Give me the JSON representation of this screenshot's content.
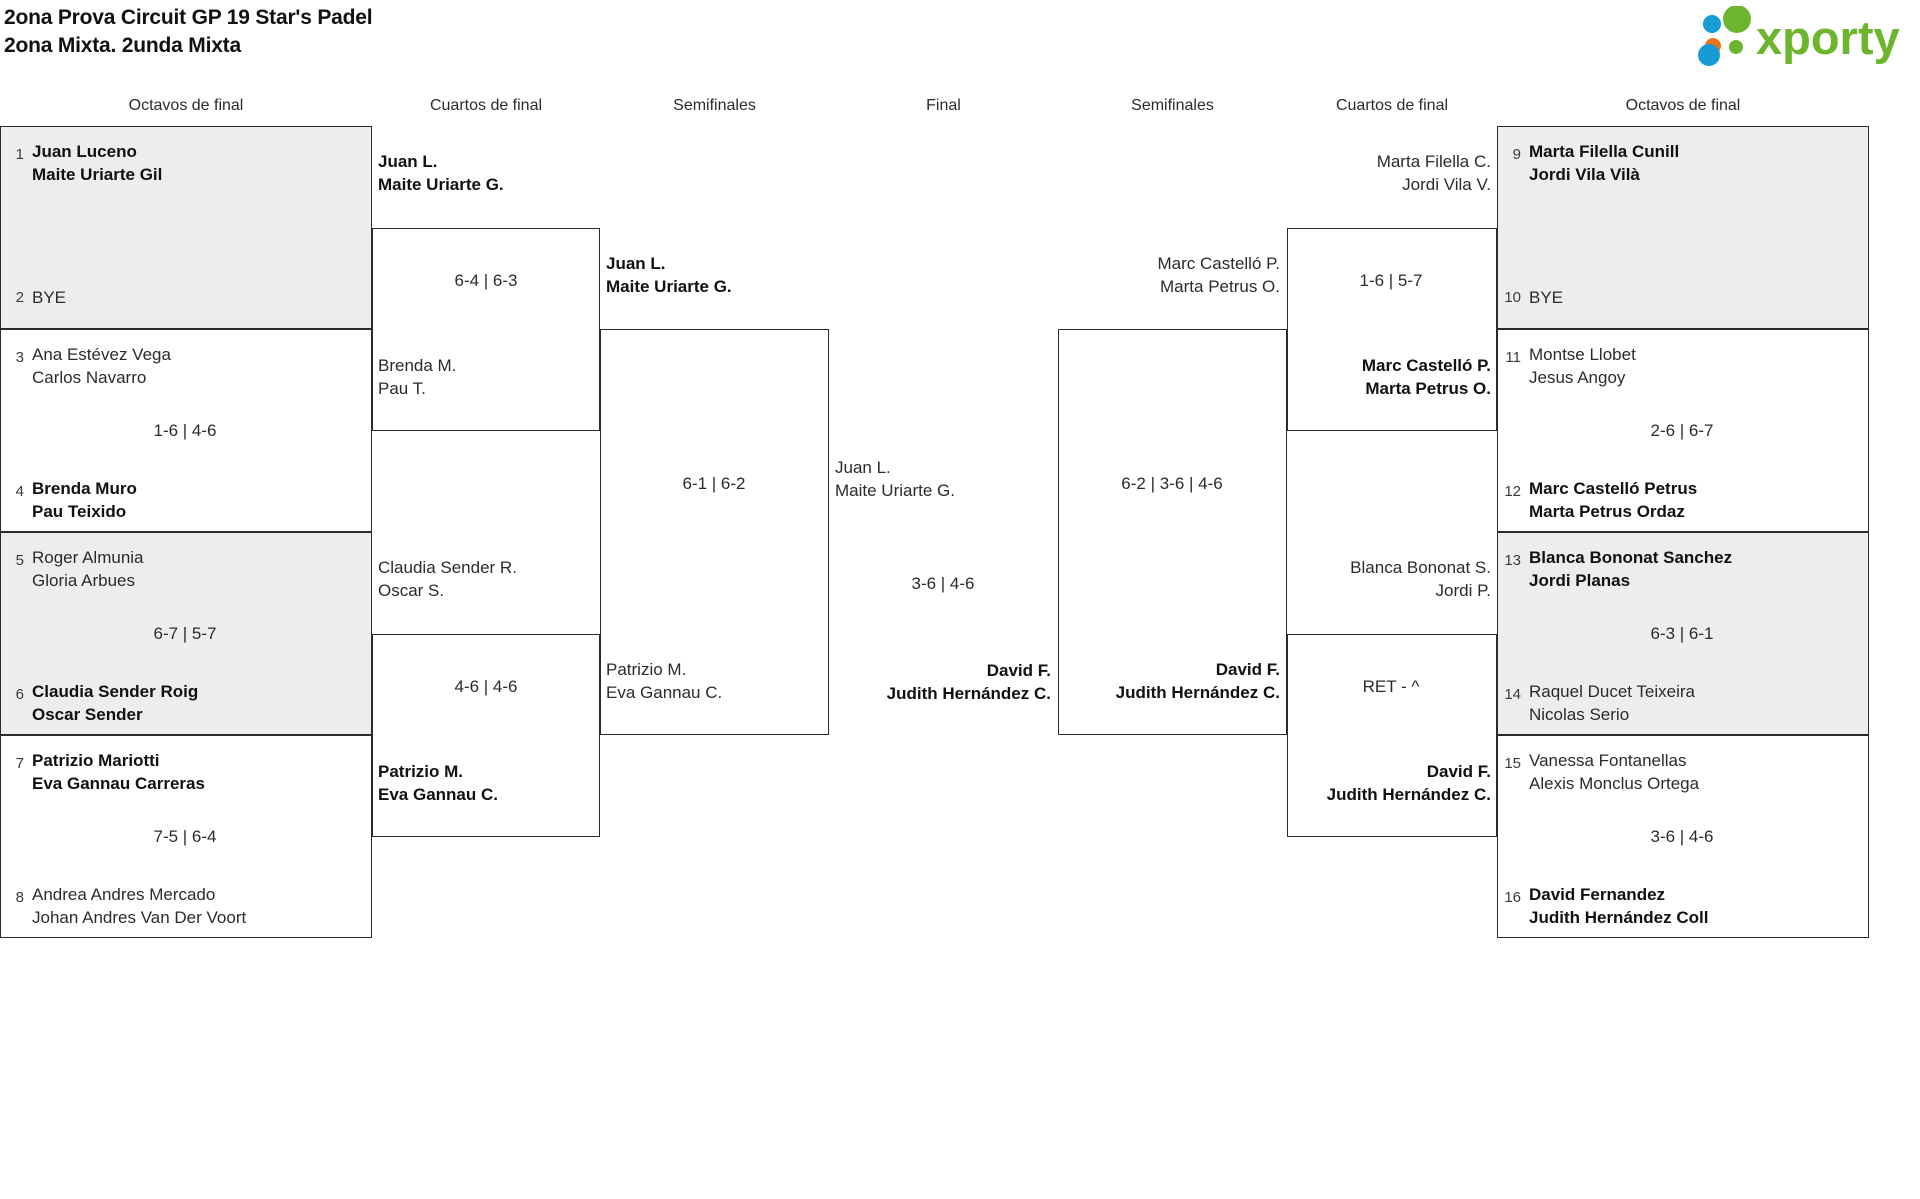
{
  "header": {
    "title_line1": "2ona Prova Circuit GP 19 Star's Padel",
    "title_line2": "2ona Mixta. 2unda Mixta",
    "logo_text": "xporty",
    "logo_colors": {
      "green": "#6cb52d",
      "blue": "#179bd7",
      "orange": "#e8711a"
    }
  },
  "round_headers": {
    "l_r16": "Octavos de final",
    "l_qf": "Cuartos de final",
    "l_sf": "Semifinales",
    "final": "Final",
    "r_sf": "Semifinales",
    "r_qf": "Cuartos de final",
    "r_r16": "Octavos de final"
  },
  "bracket": {
    "left_r16": [
      {
        "seed_a": "1",
        "a_l1": "Juan Luceno",
        "a_l2": "Maite Uriarte Gil",
        "a_win": true,
        "seed_b": "2",
        "b_l1": "BYE",
        "b_l2": "",
        "b_win": false,
        "score": ""
      },
      {
        "seed_a": "3",
        "a_l1": "Ana Estévez Vega",
        "a_l2": "Carlos Navarro",
        "a_win": false,
        "seed_b": "4",
        "b_l1": "Brenda Muro",
        "b_l2": "Pau Teixido",
        "b_win": true,
        "score": "1-6 | 4-6"
      },
      {
        "seed_a": "5",
        "a_l1": "Roger Almunia",
        "a_l2": "Gloria Arbues",
        "a_win": false,
        "seed_b": "6",
        "b_l1": "Claudia Sender Roig",
        "b_l2": "Oscar Sender",
        "b_win": true,
        "score": "6-7 | 5-7"
      },
      {
        "seed_a": "7",
        "a_l1": "Patrizio Mariotti",
        "a_l2": "Eva Gannau Carreras",
        "a_win": true,
        "seed_b": "8",
        "b_l1": "Andrea Andres Mercado",
        "b_l2": "Johan Andres Van Der Voort",
        "b_win": false,
        "score": "7-5 | 6-4"
      }
    ],
    "left_qf": [
      {
        "a_l1": "Juan L.",
        "a_l2": "Maite Uriarte G.",
        "a_win": true,
        "b_l1": "Brenda M.",
        "b_l2": "Pau T.",
        "b_win": false,
        "score": "6-4 | 6-3"
      },
      {
        "a_l1": "Claudia Sender R.",
        "a_l2": "Oscar S.",
        "a_win": false,
        "b_l1": "Patrizio M.",
        "b_l2": "Eva Gannau C.",
        "b_win": true,
        "score": "4-6 | 4-6"
      }
    ],
    "left_sf": [
      {
        "a_l1": "Juan L.",
        "a_l2": "Maite Uriarte G.",
        "a_win": true,
        "b_l1": "Patrizio M.",
        "b_l2": "Eva Gannau C.",
        "b_win": false,
        "score": "6-1 | 6-2"
      }
    ],
    "final": {
      "a_l1": "Juan L.",
      "a_l2": "Maite Uriarte G.",
      "a_win": false,
      "b_l1": "David F.",
      "b_l2": "Judith Hernández C.",
      "b_win": true,
      "score": "3-6 | 4-6"
    },
    "right_sf": [
      {
        "a_l1": "Marc Castelló P.",
        "a_l2": "Marta Petrus O.",
        "a_win": false,
        "b_l1": "David F.",
        "b_l2": "Judith Hernández C.",
        "b_win": true,
        "score": "6-2 | 3-6 | 4-6"
      }
    ],
    "right_qf": [
      {
        "a_l1": "Marta Filella C.",
        "a_l2": "Jordi Vila V.",
        "a_win": false,
        "b_l1": "Marc Castelló P.",
        "b_l2": "Marta Petrus O.",
        "b_win": true,
        "score": "1-6 | 5-7"
      },
      {
        "a_l1": "Blanca Bononat S.",
        "a_l2": "Jordi P.",
        "a_win": false,
        "b_l1": "David F.",
        "b_l2": "Judith Hernández C.",
        "b_win": true,
        "score": "RET - ^"
      }
    ],
    "right_r16": [
      {
        "seed_a": "9",
        "a_l1": "Marta Filella Cunill",
        "a_l2": "Jordi Vila Vilà",
        "a_win": true,
        "seed_b": "10",
        "b_l1": "BYE",
        "b_l2": "",
        "b_win": false,
        "score": ""
      },
      {
        "seed_a": "11",
        "a_l1": "Montse Llobet",
        "a_l2": "Jesus Angoy",
        "a_win": false,
        "seed_b": "12",
        "b_l1": "Marc Castelló Petrus",
        "b_l2": "Marta Petrus Ordaz",
        "b_win": true,
        "score": "2-6 | 6-7"
      },
      {
        "seed_a": "13",
        "a_l1": "Blanca Bononat Sanchez",
        "a_l2": "Jordi Planas",
        "a_win": true,
        "seed_b": "14",
        "b_l1": "Raquel Ducet Teixeira",
        "b_l2": "Nicolas Serio",
        "b_win": false,
        "score": "6-3 | 6-1"
      },
      {
        "seed_a": "15",
        "a_l1": "Vanessa Fontanellas",
        "a_l2": "Alexis Monclus Ortega",
        "a_win": false,
        "seed_b": "16",
        "b_l1": "David Fernandez",
        "b_l2": "Judith Hernández Coll",
        "b_win": true,
        "score": "3-6 | 4-6"
      }
    ]
  }
}
